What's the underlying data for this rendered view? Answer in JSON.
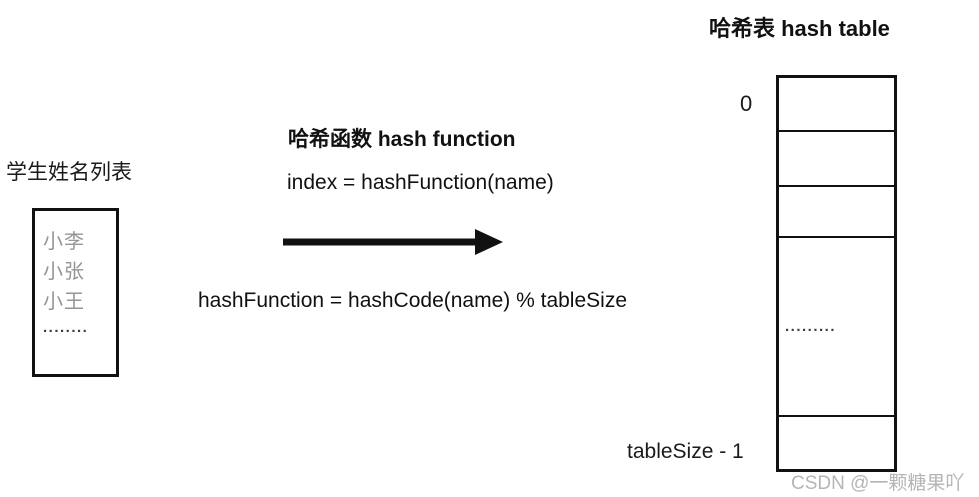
{
  "student_list": {
    "title": "学生姓名列表",
    "names": [
      "小李",
      "小张",
      "小王"
    ],
    "ellipsis": "........"
  },
  "hash_function": {
    "title": "哈希函数 hash function",
    "formula_index": "index = hashFunction(name)",
    "formula_hash": "hashFunction = hashCode(name) % tableSize"
  },
  "hash_table": {
    "title": "哈希表 hash table",
    "index_first": "0",
    "index_last": "tableSize - 1",
    "ellipsis": ".........",
    "cell_count": 5
  },
  "watermark": "CSDN @一颗糖果吖",
  "colors": {
    "line": "#111111",
    "muted_text": "#959595",
    "watermark_text": "#b5b5b5",
    "background": "#ffffff"
  }
}
